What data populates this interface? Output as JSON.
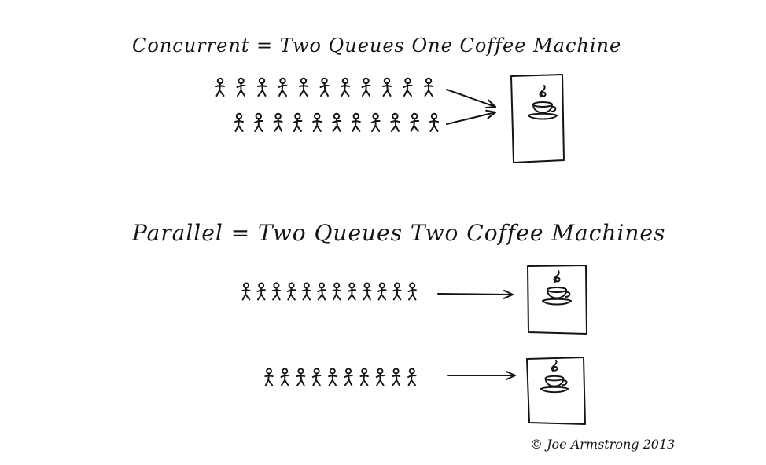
{
  "concurrent": {
    "title": "Concurrent = Two Queues One Coffee Machine",
    "queues": [
      {
        "people": 11
      },
      {
        "people": 11
      }
    ],
    "machines": 1
  },
  "parallel": {
    "title": "Parallel = Two Queues Two Coffee Machines",
    "queues": [
      {
        "people": 12
      },
      {
        "people": 10
      }
    ],
    "machines": 2
  },
  "credit": "© Joe Armstrong 2013",
  "icons": [
    "stick-figure-icon",
    "arrow-icon",
    "coffee-cup-icon"
  ],
  "colors": {
    "ink": "#141414",
    "paper": "#ffffff"
  }
}
